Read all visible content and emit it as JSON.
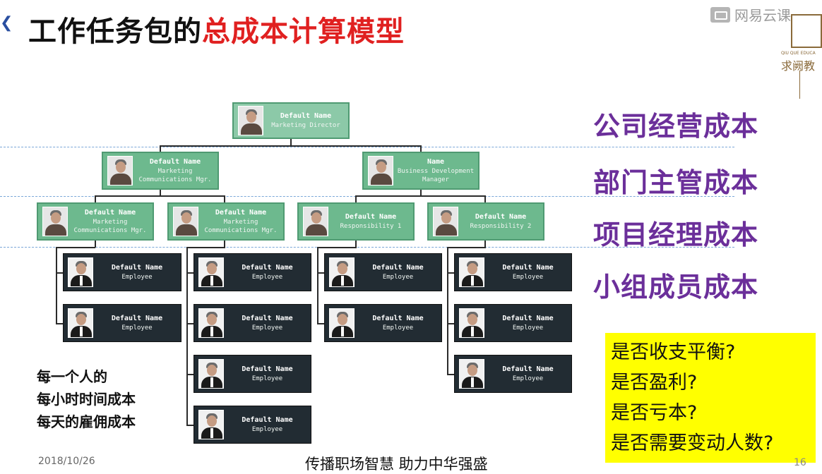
{
  "title": {
    "part1": "工作任务包的",
    "part2": "总成本计算模型"
  },
  "watermark": {
    "text": "网易云课"
  },
  "logo": {
    "sub": "QIU QUE EDUCA",
    "cn": "求阙教"
  },
  "org": {
    "director": {
      "name": "Default Name",
      "role": "Marketing Director"
    },
    "managers": [
      {
        "name": "Default Name",
        "role1": "Marketing",
        "role2": "Communications Mgr."
      },
      {
        "name": "Name",
        "role1": "Business Development",
        "role2": "Manager"
      }
    ],
    "leads": [
      {
        "name": "Default Name",
        "role1": "Marketing",
        "role2": "Communications Mgr."
      },
      {
        "name": "Default Name",
        "role1": "Marketing",
        "role2": "Communications Mgr."
      },
      {
        "name": "Default Name",
        "role1": "Responsibility 1",
        "role2": ""
      },
      {
        "name": "Default Name",
        "role1": "Responsibility 2",
        "role2": ""
      }
    ],
    "employee": {
      "name": "Default Name",
      "role": "Employee"
    }
  },
  "levels": [
    "公司经营成本",
    "部门主管成本",
    "项目经理成本",
    "小组成员成本"
  ],
  "note": [
    "每一个人的",
    "每小时时间成本",
    "每天的雇佣成本"
  ],
  "questions": [
    "是否收支平衡?",
    "是否盈利?",
    "是否亏本?",
    "是否需要变动人数?"
  ],
  "footer": {
    "date": "2018/10/26",
    "slogan": "传播职场智慧  助力中华强盛",
    "page": "16"
  },
  "colors": {
    "title_red": "#e02020",
    "level_purple": "#6b2f9a",
    "node_green": "#6db98e",
    "node_dark": "#222c33",
    "question_bg": "#ffff00"
  }
}
